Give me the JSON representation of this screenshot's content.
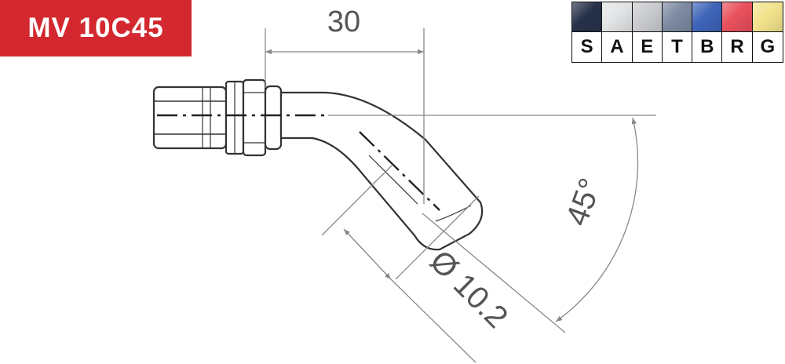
{
  "part_code": "MV 10C45",
  "finishes": [
    {
      "code": "S",
      "color": "#27324a"
    },
    {
      "code": "A",
      "color": "#e2e4e6"
    },
    {
      "code": "E",
      "color": "#c9cbce"
    },
    {
      "code": "T",
      "color": "#7d8aa1"
    },
    {
      "code": "B",
      "color": "#3e64b8"
    },
    {
      "code": "R",
      "color": "#e8505c"
    },
    {
      "code": "G",
      "color": "#f3e38d"
    }
  ],
  "dimensions": {
    "length": "30",
    "diameter": "Ø 10.2",
    "angle": "45°"
  },
  "colors": {
    "badge": "#d3282f",
    "dimension_lines": "#888888",
    "part_outline": "#333333"
  }
}
